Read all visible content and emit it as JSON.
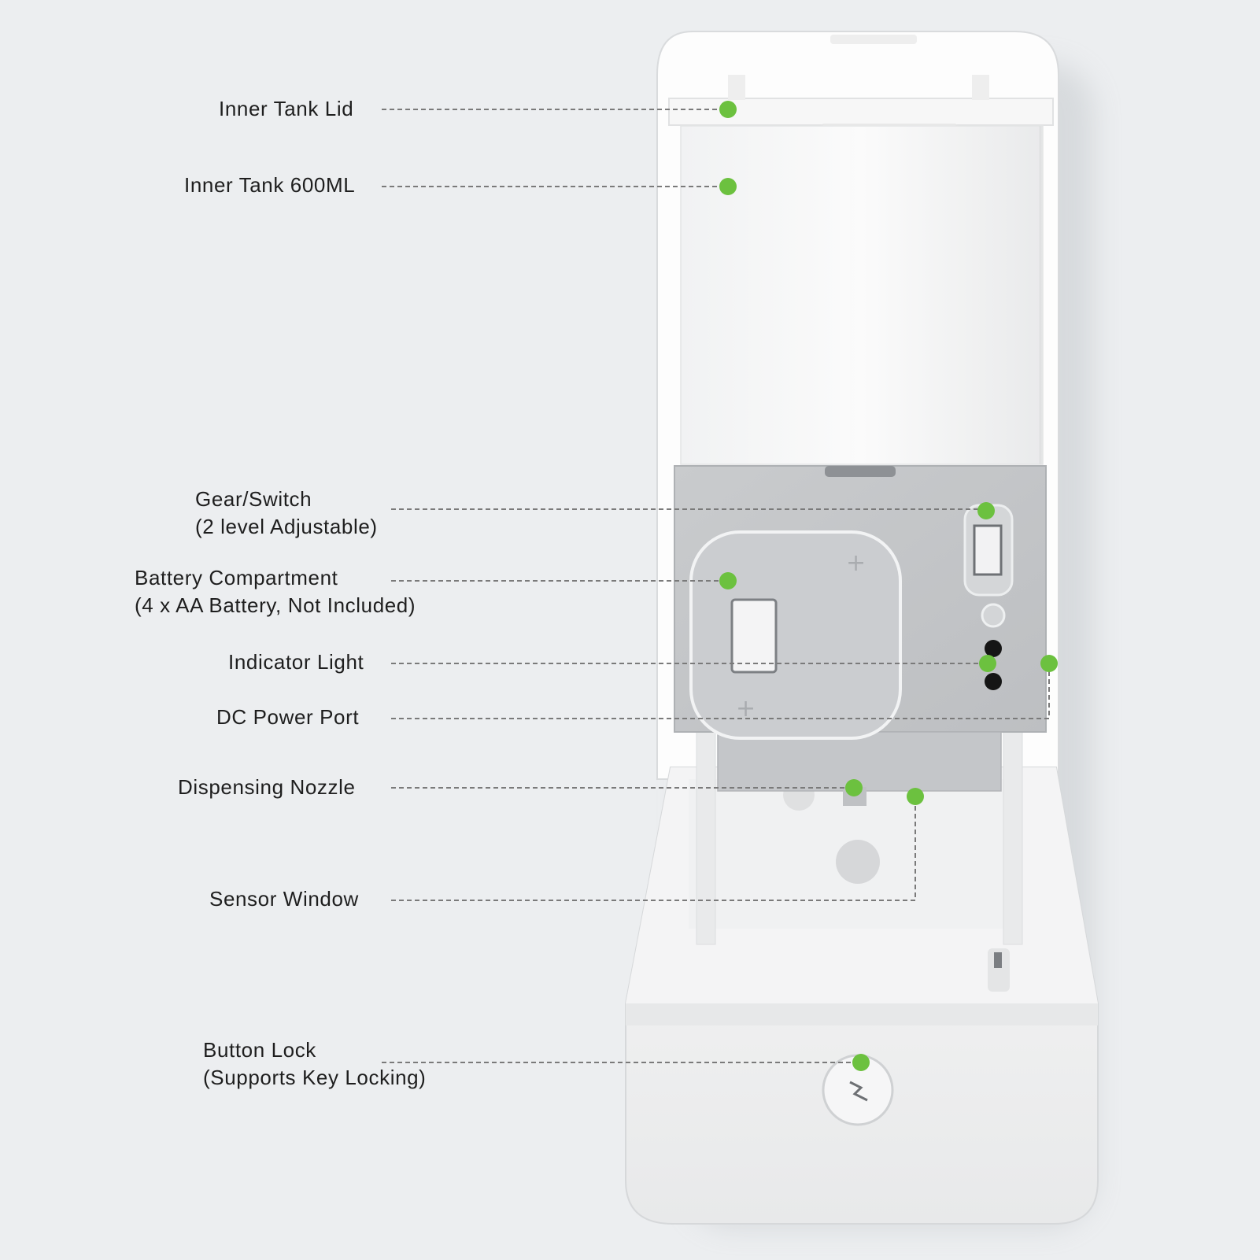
{
  "colors": {
    "background": "#eceef0",
    "marker": "#6cc13f",
    "leader_line": "#7a7a7a",
    "housing": "#fafafa",
    "module": "#c8cacc",
    "text": "#1e1e1e"
  },
  "callouts": [
    {
      "id": "inner-tank-lid",
      "lines": [
        "Inner Tank Lid"
      ]
    },
    {
      "id": "inner-tank",
      "lines": [
        "Inner Tank 600ML"
      ]
    },
    {
      "id": "gear-switch",
      "lines": [
        "Gear/Switch",
        "(2 level Adjustable)"
      ]
    },
    {
      "id": "battery-compartment",
      "lines": [
        "Battery Compartment",
        "(4 x AA Battery, Not Included)"
      ]
    },
    {
      "id": "indicator-light",
      "lines": [
        "Indicator Light"
      ]
    },
    {
      "id": "dc-power-port",
      "lines": [
        "DC Power Port"
      ]
    },
    {
      "id": "dispensing-nozzle",
      "lines": [
        "Dispensing Nozzle"
      ]
    },
    {
      "id": "sensor-window",
      "lines": [
        "Sensor Window"
      ]
    },
    {
      "id": "button-lock",
      "lines": [
        "Button Lock",
        "(Supports Key Locking)"
      ]
    }
  ]
}
